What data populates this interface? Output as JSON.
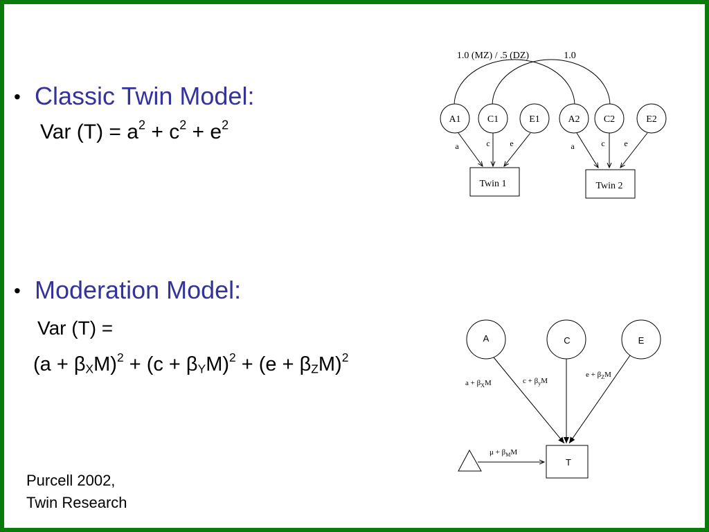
{
  "slide": {
    "border_color": "#0a7a0a",
    "heading_color": "#333399",
    "bullet_glyph": "•",
    "classic": {
      "heading": "Classic Twin Model:",
      "var_prefix": "Var (T) = a",
      "exp1": "2",
      "plus_c": " + c",
      "exp2": "2",
      "plus_e": " + e",
      "exp3": "2"
    },
    "moderation": {
      "heading": "Moderation Model:",
      "var_line": "Var (T) =",
      "f1": "(a + β",
      "s1": "X",
      "f2": "M)",
      "e1": "2",
      "f3": " + (c + β",
      "s2": "Y",
      "f4": "M)",
      "e2": "2",
      "f5": " + (e + β",
      "s3": "Z",
      "f6": "M)",
      "e3": "2"
    },
    "citation": {
      "line1": "Purcell 2002,",
      "line2": "Twin Research"
    }
  },
  "twin_diagram": {
    "corr_label_a": "1.0 (MZ) / .5 (DZ)",
    "corr_label_c": "1.0",
    "nodes": [
      "A1",
      "C1",
      "E1",
      "A2",
      "C2",
      "E2"
    ],
    "path_labels_twin1": [
      "a",
      "c",
      "e"
    ],
    "path_labels_twin2": [
      "a",
      "c",
      "e"
    ],
    "box1": "Twin 1",
    "box2": "Twin 2"
  },
  "moderation_diagram": {
    "nodes": [
      "A",
      "C",
      "E"
    ],
    "path_a": {
      "base": "a + β",
      "sub": "X",
      "tail": "M"
    },
    "path_c": {
      "base": "c + β",
      "sub": "y",
      "tail": "M"
    },
    "path_e": {
      "base": "e + β",
      "sub": "Z",
      "tail": "M"
    },
    "mean_path": {
      "base": "μ + β",
      "sub": "M",
      "tail": "M"
    },
    "box": "T"
  }
}
